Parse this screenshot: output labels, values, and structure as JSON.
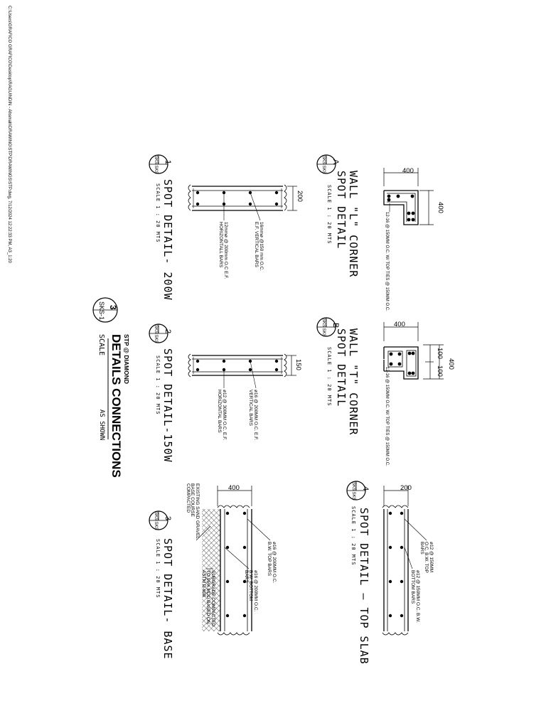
{
  "file_path": "C:\\Users\\GRAFICO GRAFICO\\Desktop\\RAGUINDIN - Ahsmah\\DRAWING\\STP\\DRAWINGS\\STP.dwg, 7/12/2024 12:22:33 PM, A3_1:20",
  "sheet": {
    "title": "DETAILS CONNECTIONS",
    "subtitle": "STP @ DIAMOND",
    "sheet_ref": "SKS-1",
    "sheet_number": "3",
    "scale_label": "SCALE",
    "scale_value": "AS SHOWN"
  },
  "details": {
    "a": {
      "tag": "A",
      "ref": "SKS SKS",
      "title_line1": "WALL \"L\" CORNER",
      "title_line2": "SPOT DETAIL",
      "scale": "SCALE   1 : 20   MTS",
      "dim_h": "400",
      "dim_v": "400",
      "note": "12-16 @ 150MM O.C. W/ TOP TIES @ 150MM O.C."
    },
    "b": {
      "tag": "B",
      "ref": "SKS SKS",
      "title_line1": "WALL \"T\" CORNER",
      "title_line2": "SPOT DETAIL",
      "scale": "SCALE   1 : 20   MTS",
      "dim_h": "400",
      "dim_v": "400",
      "dim_a": "100",
      "dim_b": "100",
      "note": "12-16 @ 150MM O.C. W/ TOP TIES @ 150MM O.C."
    },
    "d1": {
      "num": "1",
      "ref": "SKS SKS",
      "title": "SPOT DETAIL- 200W",
      "scale": "SCALE   1 : 20   MTS",
      "dim": "200",
      "note1": "16mmø @150 mm O.C. E.F. VERTICAL BARS",
      "note2": "12mmø @ 200mm O.C E.F. HORIZONTALL BARS"
    },
    "d2": {
      "num": "2",
      "ref": "SKS SKS",
      "title": "SPOT DETAIL-150W",
      "scale": "SCALE   1 : 20   MTS",
      "dim": "150",
      "note1": "ø16 @ 200MM O.C. E.F. VERTICAL BARS",
      "note2": "ø12 @ 300MM O.C. E.F. HORIZONTAL BARS"
    },
    "d3": {
      "num": "3",
      "ref": "SKS SKS",
      "title": "SPOT DETAIL- BASE",
      "scale": "SCALE   1 : 20   MTS",
      "dim": "400",
      "note1": "ø16 @ 200MM O.C. B.W. TOP BARS",
      "note2": "ø16 @ 200MM O.C. B.W. BOTTOM BARS",
      "note3": "SUBGRADE COMPACTED TO 95% MDD BASED ON ASTM D-698",
      "note4": "EXISTING SAND GRAVEL BASE COURSE COMPACTED"
    },
    "d4": {
      "num": "4",
      "ref": "SKS SKS",
      "title": "SPOT DETAIL – TOP SLAB",
      "scale": "SCALE   1 : 20   MTS",
      "dim": "200",
      "note1": "ø12 @ 150MM O.C. B.W. TOP BARS",
      "note2": "ø12 @ 150MM O.C. B.W. BOTTOM BARS"
    }
  }
}
